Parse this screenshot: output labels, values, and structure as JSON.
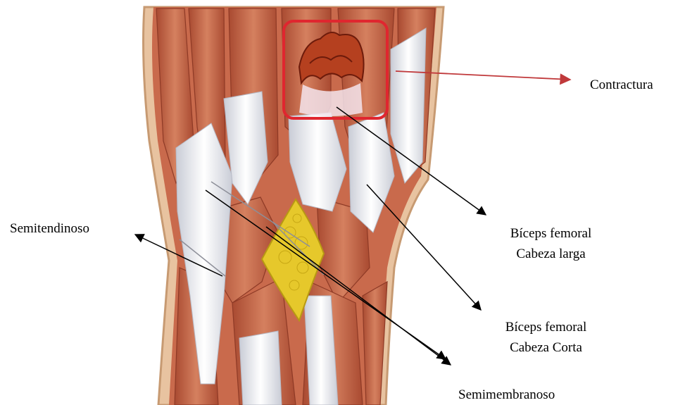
{
  "labels": {
    "contractura": "Contractura",
    "semitendinoso": "Semitendinoso",
    "biceps_larga": [
      "Bíceps femoral",
      "Cabeza larga"
    ],
    "biceps_corta": [
      "Bíceps femoral",
      "Cabeza Corta"
    ],
    "semimembranoso": "Semimembranoso"
  },
  "colors": {
    "muscle": "#c96a4c",
    "muscle_dark": "#8e3a26",
    "tendon": "#eef0f5",
    "skin": "#e8c3a0",
    "fat": "#e6c82b",
    "highlight_box": "#e0262f",
    "contracture_arrow": "#c0393b",
    "pointer": "#000000"
  },
  "icons": [
    "arrow-icon"
  ]
}
